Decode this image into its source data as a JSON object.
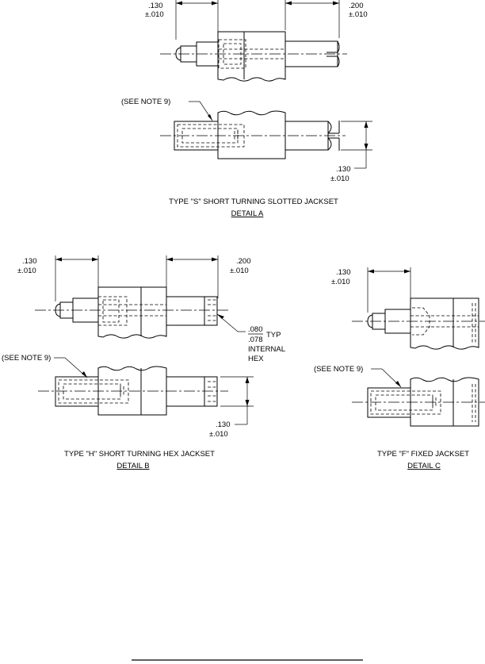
{
  "detail_a": {
    "dim_top_left": [
      ".130",
      "±.010"
    ],
    "dim_top_right": [
      ".200",
      "±.010"
    ],
    "see_note": "(SEE NOTE 9)",
    "dim_bottom": [
      ".130",
      "±.010"
    ],
    "caption": "TYPE \"S\" SHORT TURNING SLOTTED JACKSET",
    "detail_label": "DETAIL  A"
  },
  "detail_b": {
    "dim_top_left": [
      ".130",
      "±.010"
    ],
    "dim_top_right": [
      ".200",
      "±.010"
    ],
    "hex_note": [
      ".080",
      ".078",
      "TYP",
      "INTERNAL",
      "HEX"
    ],
    "see_note": "(SEE NOTE 9)",
    "dim_bottom": [
      ".130",
      "±.010"
    ],
    "caption": "TYPE \"H\" SHORT TURNING HEX JACKSET",
    "detail_label": "DETAIL  B"
  },
  "detail_c": {
    "dim_top_left": [
      ".130",
      "±.010"
    ],
    "see_note": "(SEE NOTE 9)",
    "caption": "TYPE \"F\" FIXED JACKSET",
    "detail_label": "DETAIL  C"
  }
}
